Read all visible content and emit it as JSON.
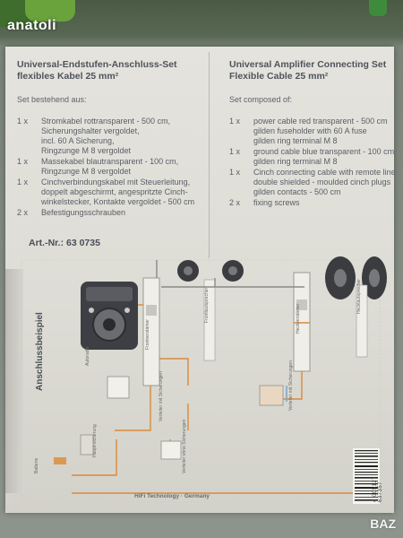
{
  "watermark": "anatoli",
  "left": {
    "title_line1": "Universal-Endstufen-Anschluss-Set",
    "title_line2": "flexibles Kabel 25 mm²",
    "intro": "Set bestehend aus:",
    "items": [
      {
        "qty": "1 x",
        "desc": "Stromkabel rottransparent - 500 cm,\nSicherungshalter vergoldet,\nincl. 60 A Sicherung,\nRingzunge M 8 vergoldet"
      },
      {
        "qty": "1 x",
        "desc": "Massekabel blautransparent - 100 cm,\nRingzunge M 8 vergoldet"
      },
      {
        "qty": "1 x",
        "desc": "Cinchverbindungskabel mit Steuerleitung,\ndoppelt abgeschirmt, angespritzte Cinch-\nwinkelstecker, Kontakte vergoldet - 500 cm"
      },
      {
        "qty": "2 x",
        "desc": "Befestigungsschrauben"
      }
    ]
  },
  "right": {
    "title_line1": "Universal Amplifier Connecting Set",
    "title_line2": "Flexible Cable 25 mm²",
    "intro": "Set composed of:",
    "items": [
      {
        "qty": "1 x",
        "desc": "power cable red transparent - 500 cm\ngilden fuseholder with 60 A fuse\ngilden ring terminal M 8"
      },
      {
        "qty": "1 x",
        "desc": "ground cable blue transparent - 100 cm\ngilden ring terminal M 8"
      },
      {
        "qty": "1 x",
        "desc": "Cinch connecting cable with remote line\ndouble shielded - moulded cinch plugs\ngilden contacts - 500 cm"
      },
      {
        "qty": "2 x",
        "desc": "fixing screws"
      }
    ]
  },
  "article": "Art.-Nr.: 63 0735",
  "diagram": {
    "heading": "Anschlussbeispiel",
    "labels": {
      "autoradio": "Autoradio",
      "frontverstaerker": "Frontverstärker",
      "frontlautsprecher": "Frontlautsprecher",
      "heckverstaerker": "Heckverstärker",
      "hecklautsprecher": "Hecklautsprecher",
      "verteiler_mit_1": "Verteiler mit Sicherungen",
      "verteiler_mit_2": "Verteiler mit Sicherungen",
      "verteiler_ohne": "Verteiler ohne Sicherungen",
      "haupt_sicherung": "Haupt-sicherung",
      "batterie": "Batterie"
    },
    "footer": "HiFi Technology  ·  Germany"
  },
  "barcode_number": "4 005127 637357",
  "brand_mark": "BAZ"
}
